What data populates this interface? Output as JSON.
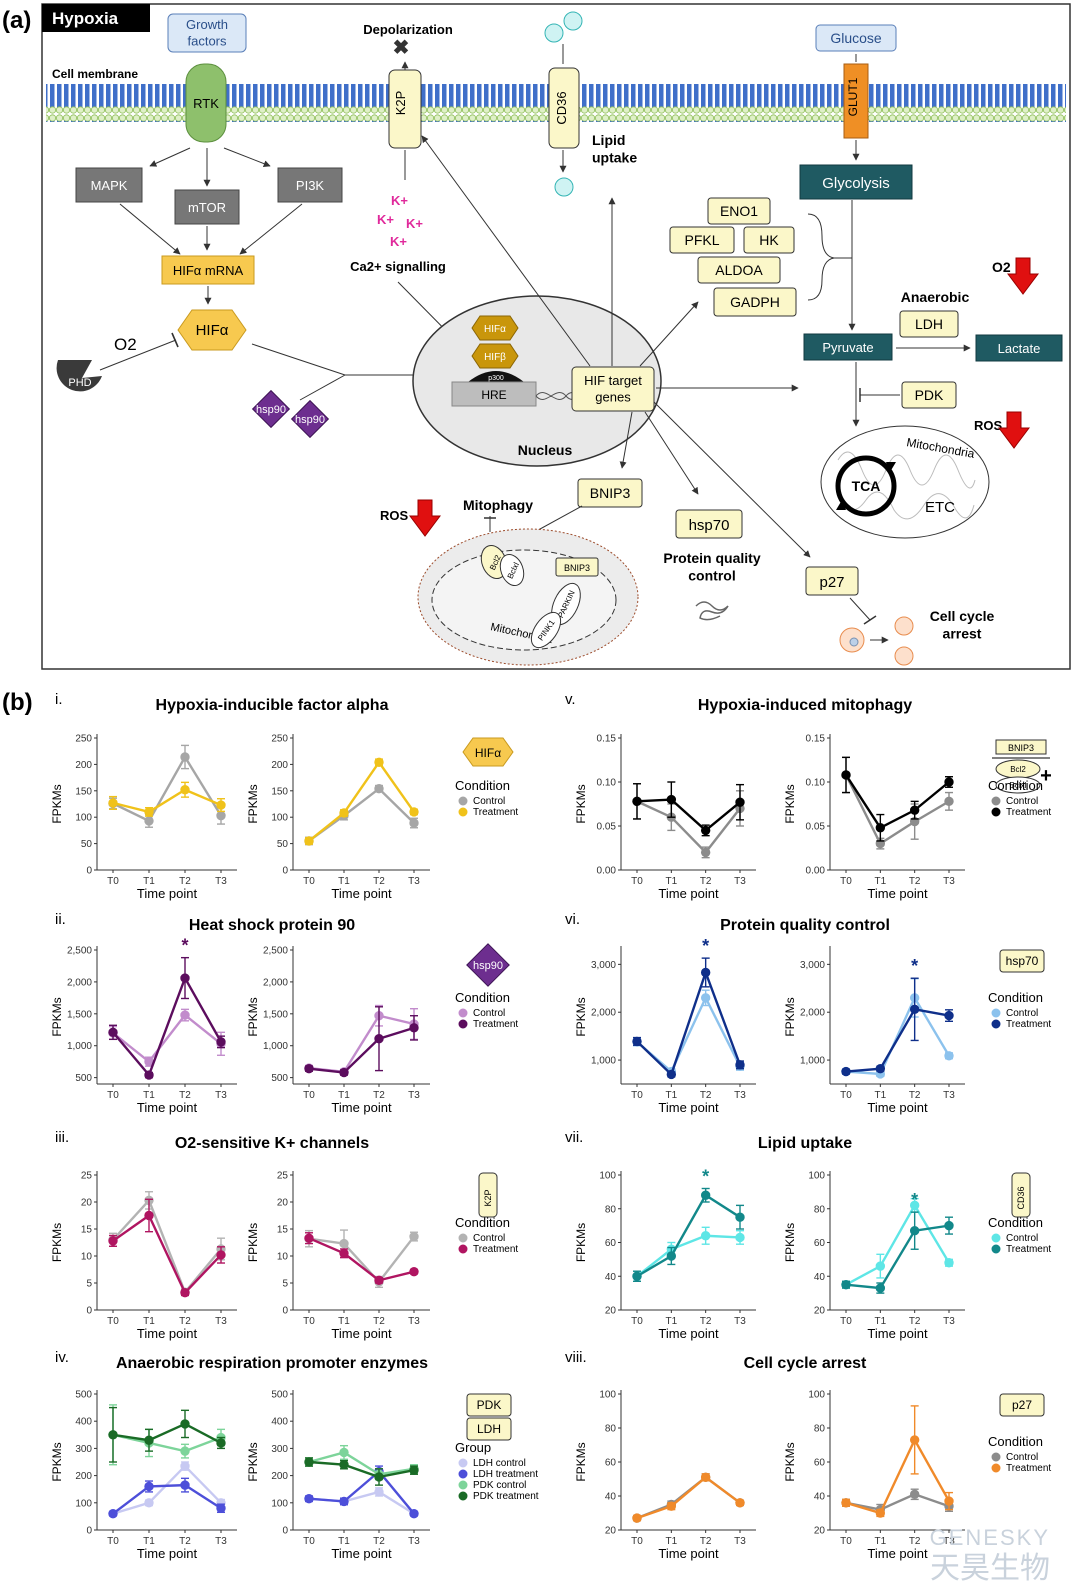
{
  "panel_a": {
    "label": "(a)",
    "title": "Hypoxia",
    "membrane": "Cell membrane",
    "growth_factors": "Growth\nfactors",
    "rtk": "RTK",
    "mapk": "MAPK",
    "mtor": "mTOR",
    "pi3k": "PI3K",
    "hifa_mrna": "HIFα mRNA",
    "hifa": "HIFα",
    "o2": "O2",
    "phd": "PHD",
    "hsp90": "hsp90",
    "depolarization": "Depolarization",
    "k2p": "K2P",
    "kplus": "K+",
    "ca_signalling": "Ca2+ signalling",
    "cd36": "CD36",
    "lipid_uptake": "Lipid\nuptake",
    "nucleus": "Nucleus",
    "hif_alpha_small": "HIFα",
    "hif_beta_small": "HIFβ",
    "p300": "p300",
    "hre": "HRE",
    "hif_target_genes": "HIF target\ngenes",
    "glucose": "Glucose",
    "glut1": "GLUT1",
    "glycolysis": "Glycolysis",
    "eno1": "ENO1",
    "pfkl": "PFKL",
    "hk": "HK",
    "aldoa": "ALDOA",
    "gadph": "GADPH",
    "o2_red": "O2",
    "anaerobic": "Anaerobic",
    "ldh": "LDH",
    "pyruvate": "Pyruvate",
    "lactate": "Lactate",
    "pdk": "PDK",
    "ros": "ROS",
    "mitochondria": "Mitochondria",
    "tca": "TCA",
    "etc": "ETC",
    "bnip3": "BNIP3",
    "mitophagy": "Mitophagy",
    "bcl2": "Bcl2",
    "bclxl": "Bclxl",
    "parkin": "PARKIN",
    "pink1": "PINK1",
    "hsp70": "hsp70",
    "protein_qc": "Protein quality\ncontrol",
    "p27": "p27",
    "cell_cycle": "Cell cycle\narrest"
  },
  "panel_b": {
    "label": "(b)",
    "axis_y": "FPKMs",
    "axis_x": "Time point",
    "condition_label": "Condition",
    "group_label": "Group",
    "control": "Control",
    "treatment": "Treatment",
    "watermark_1": "GENESKY",
    "watermark_2": "天昊生物"
  },
  "chart_data": [
    {
      "id": "i",
      "type": "line",
      "roman": "i.",
      "title": "Hypoxia-inducible factor alpha",
      "icon": "HIFα",
      "legend_title": "Condition",
      "x": [
        "T0",
        "T1",
        "T2",
        "T3"
      ],
      "xlabel": "Time point",
      "ylabel": "FPKMs",
      "left": {
        "ylim": [
          0,
          250
        ],
        "yticks": [
          "0",
          "50",
          "100",
          "150",
          "200",
          "250"
        ],
        "series": [
          {
            "name": "Control",
            "color": "#a6a6a6",
            "values": [
              126,
              93,
              214,
              103
            ],
            "err": [
              10,
              12,
              22,
              16
            ]
          },
          {
            "name": "Treatment",
            "color": "#f0c21a",
            "values": [
              127,
              110,
              152,
              123
            ],
            "err": [
              12,
              8,
              14,
              12
            ]
          }
        ]
      },
      "right": {
        "ylim": [
          0,
          250
        ],
        "yticks": [
          "0",
          "50",
          "100",
          "150",
          "200",
          "250"
        ],
        "series": [
          {
            "name": "Control",
            "color": "#a6a6a6",
            "values": [
              55,
              103,
              154,
              89
            ],
            "err": [
              7,
              8,
              6,
              9
            ]
          },
          {
            "name": "Treatment",
            "color": "#f0c21a",
            "values": [
              55,
              108,
              204,
              110
            ],
            "err": [
              6,
              6,
              6,
              5
            ]
          }
        ]
      }
    },
    {
      "id": "ii",
      "type": "line",
      "roman": "ii.",
      "title": "Heat shock protein 90",
      "icon": "hsp90",
      "legend_title": "Condition",
      "star_left": "*",
      "x": [
        "T0",
        "T1",
        "T2",
        "T3"
      ],
      "xlabel": "Time point",
      "ylabel": "FPKMs",
      "left": {
        "ylim": [
          400,
          2500
        ],
        "yticks": [
          "500",
          "1,000",
          "1,500",
          "2,000",
          "2,500"
        ],
        "tickvals": [
          500,
          1000,
          1500,
          2000,
          2500
        ],
        "series": [
          {
            "name": "Control",
            "color": "#c28ccc",
            "values": [
              1200,
              750,
              1480,
              1030
            ],
            "err": [
              100,
              70,
              90,
              180
            ]
          },
          {
            "name": "Treatment",
            "color": "#5c0d5e",
            "values": [
              1210,
              540,
              2060,
              1060
            ],
            "err": [
              110,
              40,
              320,
              90
            ]
          }
        ]
      },
      "right": {
        "ylim": [
          400,
          2500
        ],
        "yticks": [
          "500",
          "1,000",
          "1,500",
          "2,000",
          "2,500"
        ],
        "tickvals": [
          500,
          1000,
          1500,
          2000,
          2500
        ],
        "series": [
          {
            "name": "Control",
            "color": "#c28ccc",
            "values": [
              650,
              590,
              1470,
              1340
            ],
            "err": [
              40,
              40,
              160,
              240
            ]
          },
          {
            "name": "Treatment",
            "color": "#5c0d5e",
            "values": [
              640,
              580,
              1110,
              1280
            ],
            "err": [
              40,
              40,
              500,
              190
            ]
          }
        ]
      }
    },
    {
      "id": "iii",
      "type": "line",
      "roman": "iii.",
      "title": "O2-sensitive K+ channels",
      "icon": "K2P",
      "legend_title": "Condition",
      "x": [
        "T0",
        "T1",
        "T2",
        "T3"
      ],
      "xlabel": "Time point",
      "ylabel": "FPKMs",
      "left": {
        "ylim": [
          0,
          25
        ],
        "yticks": [
          "0",
          "5",
          "10",
          "15",
          "20",
          "25"
        ],
        "series": [
          {
            "name": "Control",
            "color": "#b3b3b3",
            "values": [
              13,
              20.3,
              3.3,
              11.3
            ],
            "err": [
              1.2,
              1.6,
              0.6,
              2
            ]
          },
          {
            "name": "Treatment",
            "color": "#b01561",
            "values": [
              12.8,
              17.5,
              3.2,
              10.2
            ],
            "err": [
              1,
              3,
              0.5,
              1.5
            ]
          }
        ]
      },
      "right": {
        "ylim": [
          0,
          25
        ],
        "yticks": [
          "0",
          "5",
          "10",
          "15",
          "20",
          "25"
        ],
        "series": [
          {
            "name": "Control",
            "color": "#b3b3b3",
            "values": [
              13.2,
              12.3,
              5.2,
              13.6
            ],
            "err": [
              1.5,
              2.5,
              1,
              0.8
            ]
          },
          {
            "name": "Treatment",
            "color": "#b01561",
            "values": [
              13.3,
              10.5,
              5.5,
              7.1
            ],
            "err": [
              1,
              0.8,
              0.5,
              0.4
            ]
          }
        ]
      }
    },
    {
      "id": "iv",
      "type": "line",
      "roman": "iv.",
      "title": "Anaerobic respiration promoter enzymes",
      "icons": [
        "PDK",
        "LDH"
      ],
      "legend_title": "Group",
      "x": [
        "T0",
        "T1",
        "T2",
        "T3"
      ],
      "xlabel": "Time point",
      "ylabel": "FPKMs",
      "left": {
        "ylim": [
          0,
          500
        ],
        "yticks": [
          "0",
          "100",
          "200",
          "300",
          "400",
          "500"
        ],
        "series": [
          {
            "name": "LDH control",
            "color": "#c7c9f2",
            "values": [
              60,
              100,
              235,
              100
            ],
            "err": [
              8,
              10,
              15,
              12
            ]
          },
          {
            "name": "LDH treatment",
            "color": "#4d4fd9",
            "values": [
              60,
              160,
              165,
              80
            ],
            "err": [
              8,
              20,
              25,
              15
            ]
          },
          {
            "name": "PDK control",
            "color": "#7dd49a",
            "values": [
              350,
              320,
              290,
              340
            ],
            "err": [
              110,
              50,
              25,
              30
            ]
          },
          {
            "name": "PDK treatment",
            "color": "#1a6b26",
            "values": [
              350,
              330,
              390,
              320
            ],
            "err": [
              100,
              40,
              50,
              20
            ]
          }
        ]
      },
      "right": {
        "ylim": [
          0,
          500
        ],
        "yticks": [
          "0",
          "100",
          "200",
          "300",
          "400",
          "500"
        ],
        "series": [
          {
            "name": "LDH control",
            "color": "#c7c9f2",
            "values": [
              115,
              105,
              140,
              60
            ],
            "err": [
              10,
              12,
              15,
              8
            ]
          },
          {
            "name": "LDH treatment",
            "color": "#4d4fd9",
            "values": [
              115,
              105,
              215,
              60
            ],
            "err": [
              10,
              12,
              20,
              8
            ]
          },
          {
            "name": "PDK control",
            "color": "#7dd49a",
            "values": [
              250,
              285,
              205,
              225
            ],
            "err": [
              15,
              25,
              20,
              15
            ]
          },
          {
            "name": "PDK treatment",
            "color": "#1a6b26",
            "values": [
              250,
              240,
              195,
              220
            ],
            "err": [
              15,
              15,
              30,
              15
            ]
          }
        ]
      }
    },
    {
      "id": "v",
      "type": "line",
      "roman": "v.",
      "title": "Hypoxia-induced mitophagy",
      "icon": "BNIP3",
      "legend_title": "Condition",
      "x": [
        "T0",
        "T1",
        "T2",
        "T3"
      ],
      "xlabel": "Time point",
      "ylabel": "FPKMs",
      "left": {
        "ylim": [
          0,
          0.15
        ],
        "yticks": [
          "0.00",
          "0.05",
          "0.10",
          "0.15"
        ],
        "tickvals": [
          0,
          0.05,
          0.1,
          0.15
        ],
        "series": [
          {
            "name": "Control",
            "color": "#8c8c8c",
            "values": [
              0.078,
              0.06,
              0.02,
              0.07
            ],
            "err": [
              0.02,
              0.015,
              0.006,
              0.02
            ]
          },
          {
            "name": "Treatment",
            "color": "#000000",
            "values": [
              0.078,
              0.08,
              0.045,
              0.077
            ],
            "err": [
              0.02,
              0.02,
              0.006,
              0.02
            ]
          }
        ]
      },
      "right": {
        "ylim": [
          0,
          0.15
        ],
        "yticks": [
          "0.00",
          "0.05",
          "0.10",
          "0.15"
        ],
        "tickvals": [
          0,
          0.05,
          0.1,
          0.15
        ],
        "series": [
          {
            "name": "Control",
            "color": "#8c8c8c",
            "values": [
              0.108,
              0.03,
              0.055,
              0.078
            ],
            "err": [
              0.02,
              0.006,
              0.02,
              0.01
            ]
          },
          {
            "name": "Treatment",
            "color": "#000000",
            "values": [
              0.108,
              0.048,
              0.068,
              0.1
            ],
            "err": [
              0.02,
              0.015,
              0.01,
              0.006
            ]
          }
        ]
      }
    },
    {
      "id": "vi",
      "type": "line",
      "roman": "vi.",
      "title": "Protein quality control",
      "icon": "hsp70",
      "legend_title": "Condition",
      "star_left": "*",
      "star_right": "*",
      "x": [
        "T0",
        "T1",
        "T2",
        "T3"
      ],
      "xlabel": "Time point",
      "ylabel": "FPKMs",
      "left": {
        "ylim": [
          500,
          3300
        ],
        "yticks": [
          "1,000",
          "2,000",
          "3,000"
        ],
        "tickvals": [
          1000,
          2000,
          3000
        ],
        "series": [
          {
            "name": "Control",
            "color": "#8cc2ed",
            "values": [
              1380,
              760,
              2300,
              870
            ],
            "err": [
              80,
              60,
              160,
              80
            ]
          },
          {
            "name": "Treatment",
            "color": "#0f2f8a",
            "values": [
              1390,
              700,
              2830,
              900
            ],
            "err": [
              80,
              50,
              300,
              80
            ]
          }
        ]
      },
      "right": {
        "ylim": [
          500,
          3300
        ],
        "yticks": [
          "1,000",
          "2,000",
          "3,000"
        ],
        "tickvals": [
          1000,
          2000,
          3000
        ],
        "series": [
          {
            "name": "Control",
            "color": "#8cc2ed",
            "values": [
              760,
              710,
              2300,
              1090
            ],
            "err": [
              50,
              50,
              400,
              60
            ]
          },
          {
            "name": "Treatment",
            "color": "#0f2f8a",
            "values": [
              760,
              820,
              2060,
              1930
            ],
            "err": [
              50,
              50,
              650,
              120
            ]
          }
        ]
      }
    },
    {
      "id": "vii",
      "type": "line",
      "roman": "vii.",
      "title": "Lipid uptake",
      "icon": "CD36",
      "legend_title": "Condition",
      "star_left": "*",
      "star_right": "*",
      "x": [
        "T0",
        "T1",
        "T2",
        "T3"
      ],
      "xlabel": "Time point",
      "ylabel": "FPKMs",
      "left": {
        "ylim": [
          20,
          100
        ],
        "yticks": [
          "20",
          "40",
          "60",
          "80",
          "100"
        ],
        "series": [
          {
            "name": "Control",
            "color": "#5ee6e6",
            "values": [
              40,
              56,
              64,
              63
            ],
            "err": [
              3,
              4,
              5,
              4
            ]
          },
          {
            "name": "Treatment",
            "color": "#12888a",
            "values": [
              40,
              52,
              88,
              75
            ],
            "err": [
              3,
              5,
              4,
              7
            ]
          }
        ]
      },
      "right": {
        "ylim": [
          20,
          100
        ],
        "yticks": [
          "20",
          "40",
          "60",
          "80",
          "100"
        ],
        "series": [
          {
            "name": "Control",
            "color": "#5ee6e6",
            "values": [
              35,
              46,
              82,
              48
            ],
            "err": [
              2,
              7,
              4,
              2
            ]
          },
          {
            "name": "Treatment",
            "color": "#12888a",
            "values": [
              35,
              33,
              67,
              70
            ],
            "err": [
              2,
              3,
              11,
              5
            ]
          }
        ]
      }
    },
    {
      "id": "viii",
      "type": "line",
      "roman": "viii.",
      "title": "Cell cycle arrest",
      "icon": "p27",
      "legend_title": "Condition",
      "x": [
        "T0",
        "T1",
        "T2",
        "T3"
      ],
      "xlabel": "Time point",
      "ylabel": "FPKMs",
      "left": {
        "ylim": [
          20,
          100
        ],
        "yticks": [
          "20",
          "40",
          "60",
          "80",
          "100"
        ],
        "series": [
          {
            "name": "Control",
            "color": "#8c8c8c",
            "values": [
              27,
              35,
              51,
              36
            ],
            "err": [
              1.5,
              2,
              2,
              1.5
            ]
          },
          {
            "name": "Treatment",
            "color": "#f08a2a",
            "values": [
              27,
              34,
              51,
              36
            ],
            "err": [
              1.5,
              2,
              2,
              1.5
            ]
          }
        ]
      },
      "right": {
        "ylim": [
          20,
          100
        ],
        "yticks": [
          "20",
          "40",
          "60",
          "80",
          "100"
        ],
        "series": [
          {
            "name": "Control",
            "color": "#8c8c8c",
            "values": [
              36,
              32,
              41,
              34
            ],
            "err": [
              2,
              3,
              3,
              3
            ]
          },
          {
            "name": "Treatment",
            "color": "#f08a2a",
            "values": [
              36,
              30,
              73,
              37
            ],
            "err": [
              2,
              2,
              20,
              5
            ]
          }
        ]
      }
    }
  ]
}
